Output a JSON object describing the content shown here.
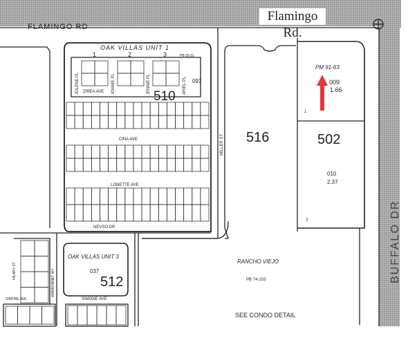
{
  "roads": {
    "flamingo_label": "Flamingo Rd.",
    "flamingo_map": "FLAMINGO RD",
    "buffalo": "BUFFALO DR",
    "miller": "MILLER ST",
    "warbonnet": "WARBONNET WY",
    "hilary": "HILARY ST",
    "simone_left": "SIMONE AVE",
    "simone": "SIMONE AVE",
    "zirea": "ZIREA AVE",
    "cina": "CINA AVE",
    "lonette": "LONETTE AVE",
    "nevso": "NEVSO DR",
    "jolene": "JOLENE PL",
    "joanie": "JOANIE PL",
    "jennie": "JENNIE PL",
    "ariel": "ARIEL PL"
  },
  "parcels": {
    "p510": {
      "title": "OAK VILLAS UNIT 1",
      "plat": "PB 55-31",
      "number": "510",
      "lot": "097",
      "buildings": [
        "1",
        "2",
        "3"
      ]
    },
    "p516": {
      "number": "516"
    },
    "p502": {
      "plat": "PM 91-63",
      "lot_a": "009",
      "acres_a": "1.66",
      "lot_b": "010",
      "acres_b": "2.37",
      "number": "502",
      "corner_a": "1",
      "corner_b": "2"
    },
    "p512": {
      "title": "OAK VILLAS UNIT 3",
      "lot": "037",
      "number": "512"
    },
    "rancho": {
      "title": "RANCHO VIEJO",
      "plat": "PB 74-103",
      "note": "SEE CONDO DETAIL"
    }
  },
  "colors": {
    "arrow": "#e8343a",
    "road_shade": "#9a9a9a",
    "ink": "#222222"
  }
}
